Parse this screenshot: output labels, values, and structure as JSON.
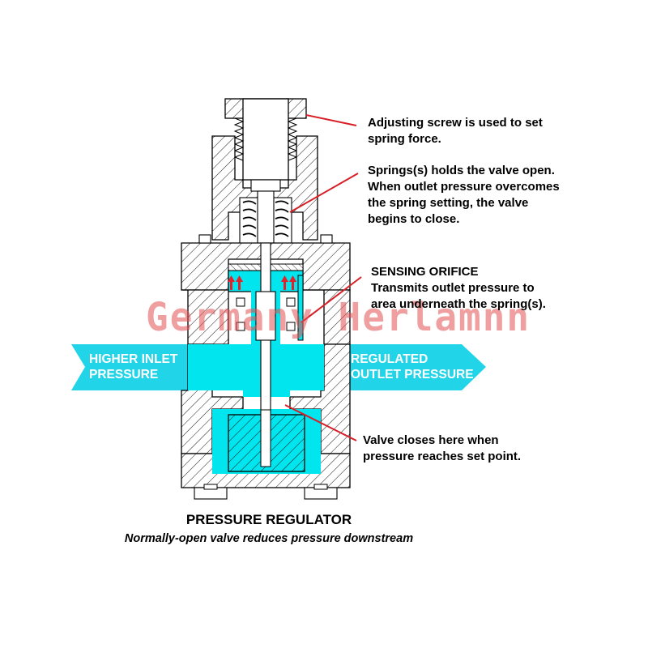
{
  "callouts": {
    "adjusting_screw": [
      "Adjusting screw is used to set",
      "spring force."
    ],
    "springs": [
      "Springs(s) holds the valve open.",
      "When outlet pressure overcomes",
      "the spring setting, the valve",
      "begins to close."
    ],
    "sensing_orifice": [
      "SENSING ORIFICE",
      "Transmits outlet pressure to",
      "area underneath the spring(s)."
    ],
    "valve_closes": [
      "Valve closes here when",
      "pressure reaches set point."
    ]
  },
  "flow": {
    "inlet": [
      "HIGHER INLET",
      "PRESSURE"
    ],
    "outlet": [
      "REGULATED",
      "OUTLET PRESSURE"
    ]
  },
  "title": "PRESSURE REGULATOR",
  "subtitle": "Normally-open valve reduces pressure downstream",
  "watermark": "Germany Herlamnn",
  "colors": {
    "fluid": "#00e5ee",
    "flow_arrow": "#22d4e8",
    "leader_line": "#d81e26",
    "pressure_arrow": "#e4202a",
    "outline": "#000000"
  }
}
